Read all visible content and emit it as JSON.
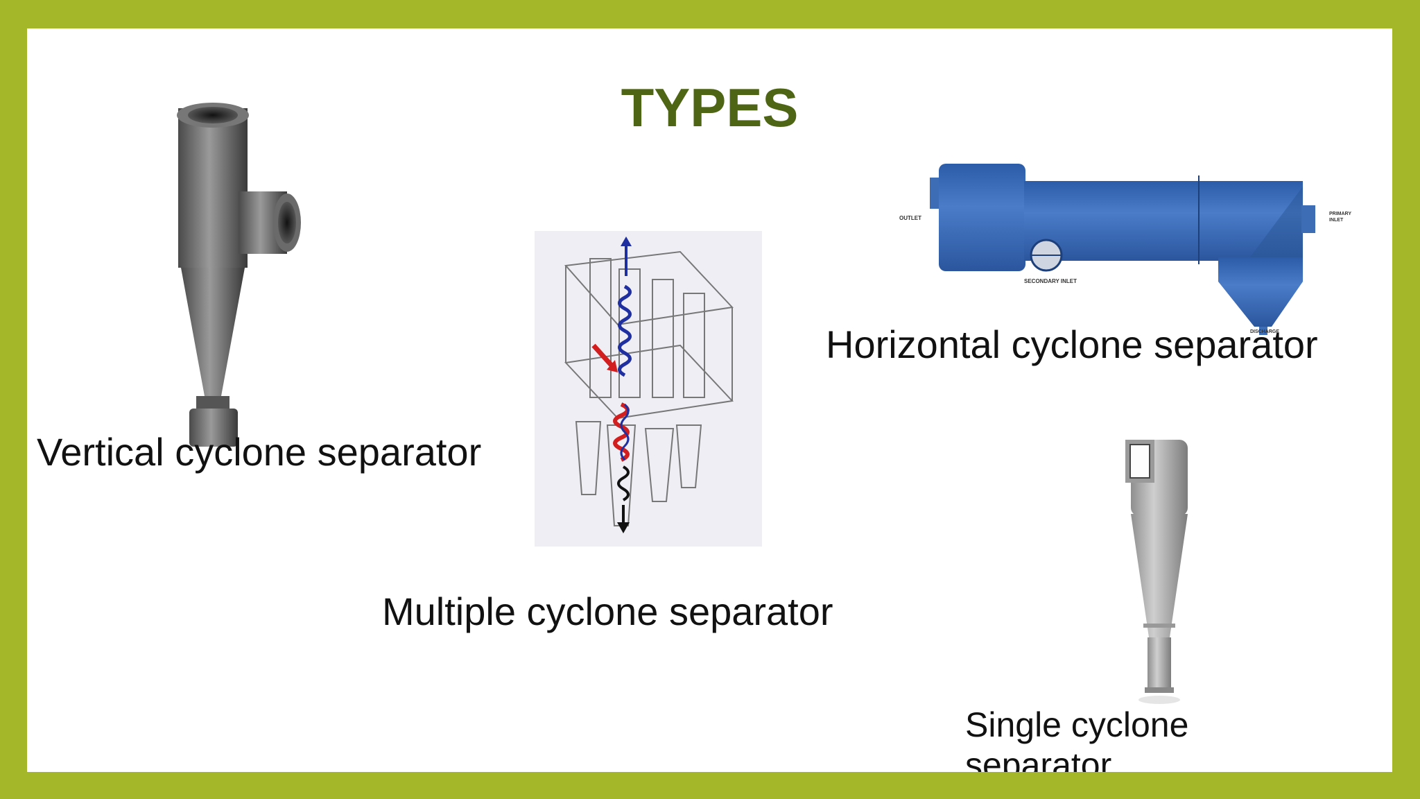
{
  "slide": {
    "title": "TYPES",
    "captions": {
      "vertical": "Vertical cyclone separator",
      "multiple": "Multiple cyclone separator",
      "horizontal": "Horizontal cyclone separator",
      "single_line1": "Single cyclone",
      "single_line2": "separator"
    },
    "horizontal_diagram_labels": {
      "outlet": "OUTLET",
      "primary_inlet_1": "PRIMARY",
      "primary_inlet_2": "INLET",
      "secondary_inlet": "SECONDARY INLET",
      "discharge": "DISCHARGE"
    }
  },
  "colors": {
    "border": "#a3b728",
    "title": "#4e6515",
    "horizontal_body": "#3d6db5",
    "flow_blue": "#1f2fa0",
    "flow_red": "#d21e1e"
  }
}
